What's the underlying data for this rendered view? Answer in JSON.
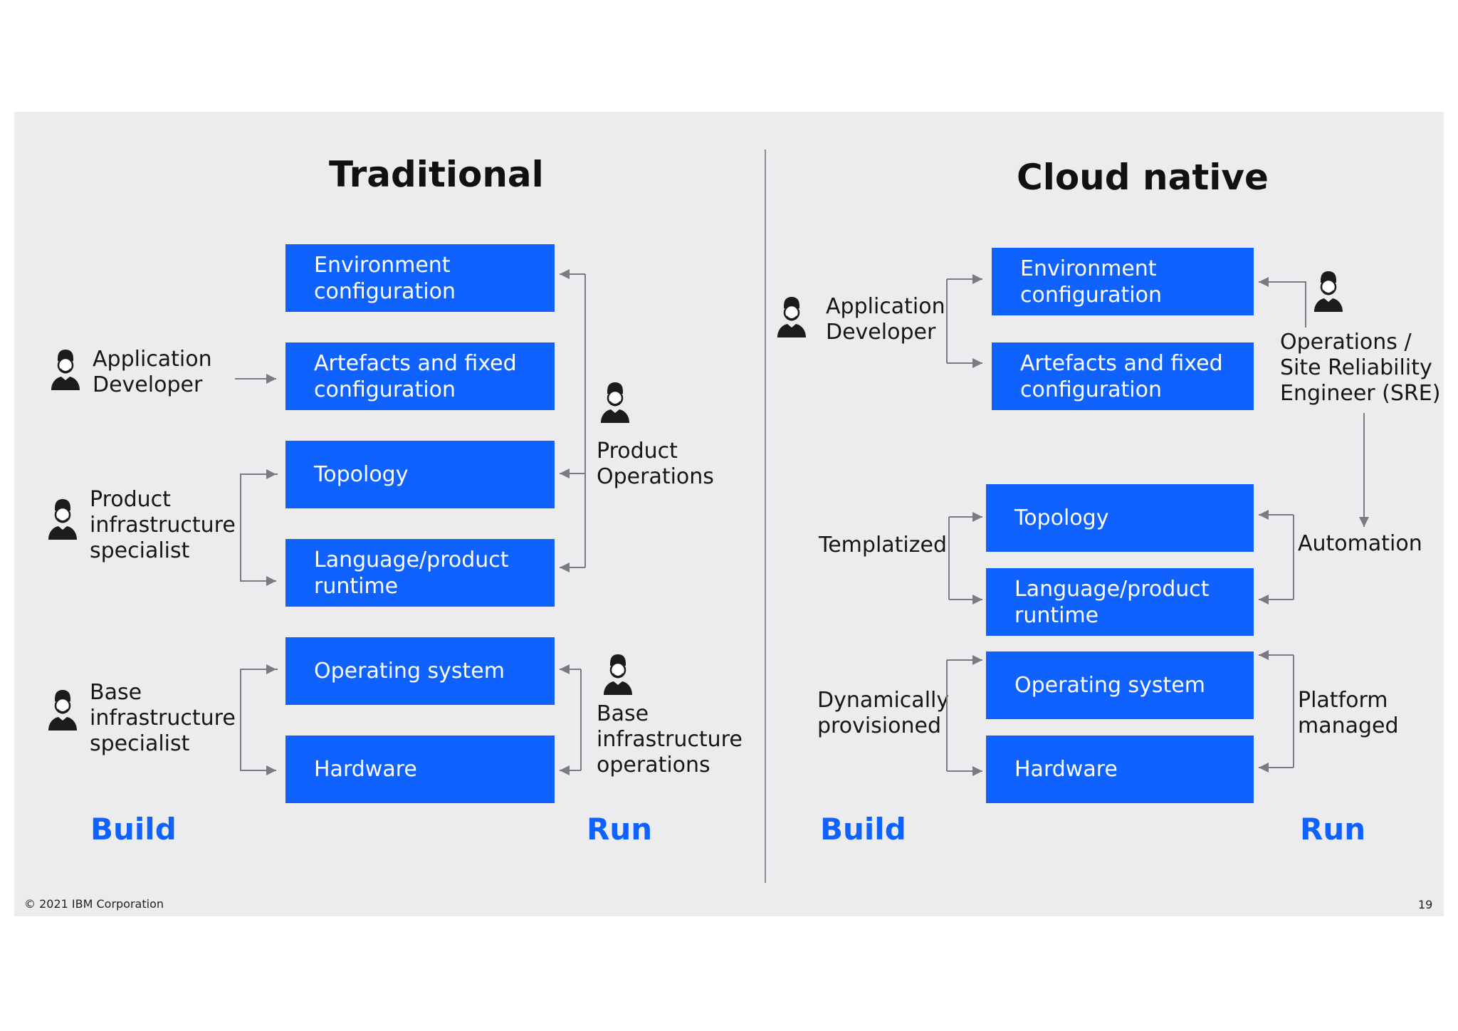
{
  "colors": {
    "accent": "#0f62fe",
    "background": "#ececee",
    "connector": "#7a7a80"
  },
  "traditional": {
    "title": "Traditional",
    "boxes": [
      "Environment\nconfiguration",
      "Artefacts and fixed\nconfiguration",
      "Topology",
      "Language/product\nruntime",
      "Operating system",
      "Hardware"
    ],
    "roles": {
      "app_developer": "Application\nDeveloper",
      "product_infra": "Product\ninfrastructure\nspecialist",
      "base_infra": "Base\ninfrastructure\nspecialist",
      "product_ops": "Product\nOperations",
      "base_ops": "Base\ninfrastructure\noperations"
    },
    "build_label": "Build",
    "run_label": "Run"
  },
  "cloud_native": {
    "title": "Cloud native",
    "boxes": [
      "Environment\nconfiguration",
      "Artefacts and fixed\nconfiguration",
      "Topology",
      "Language/product\nruntime",
      "Operating system",
      "Hardware"
    ],
    "roles": {
      "app_developer": "Application\nDeveloper",
      "sre": "Operations /\nSite Reliability\nEngineer (SRE)",
      "templatized": "Templatized",
      "automation": "Automation",
      "dynamically": "Dynamically\nprovisioned",
      "platform": "Platform\nmanaged"
    },
    "build_label": "Build",
    "run_label": "Run"
  },
  "footer": {
    "copyright": "© 2021 IBM Corporation",
    "page_number": "19"
  },
  "icons": [
    "person-icon"
  ]
}
